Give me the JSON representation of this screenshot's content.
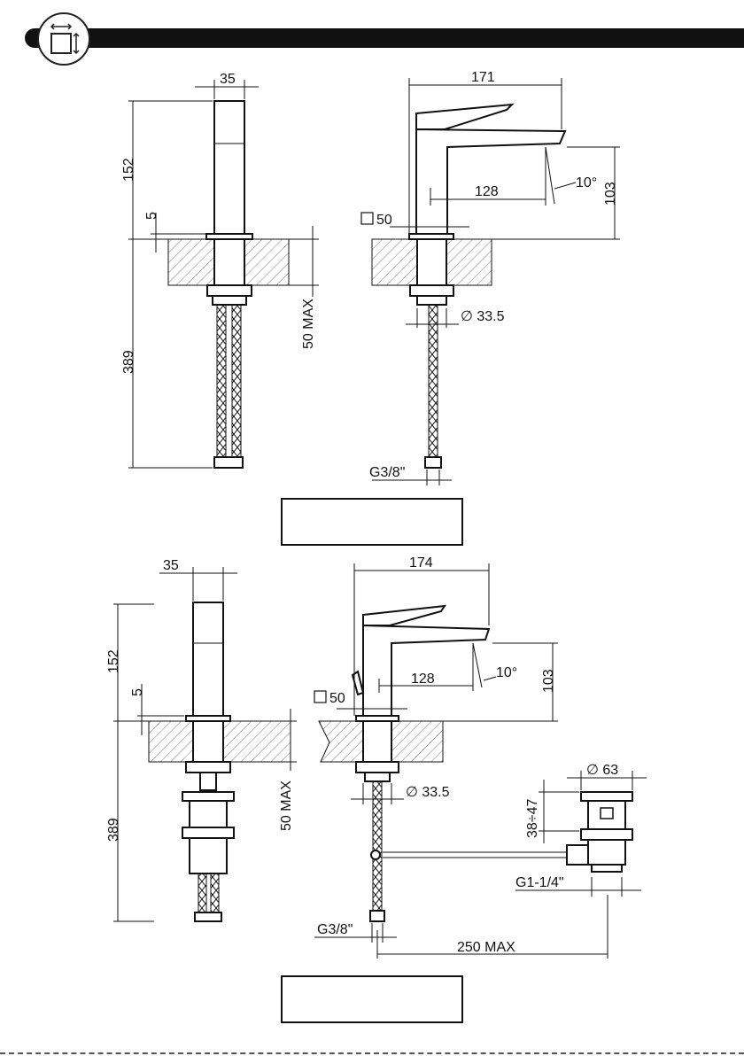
{
  "header": {
    "icon": "resize-icon"
  },
  "top_drawing": {
    "front": {
      "width": "35",
      "height": "152",
      "base": "5",
      "below": "389",
      "deck": "50 MAX"
    },
    "side": {
      "reach": "171",
      "spout": "128",
      "angle": "10°",
      "height": "103",
      "square": "50",
      "diameter": "∅ 33.5",
      "thread": "G3/8\""
    }
  },
  "bottom_drawing": {
    "front": {
      "width": "35",
      "height": "152",
      "base": "5",
      "below": "389",
      "deck": "50 MAX"
    },
    "side": {
      "reach": "174",
      "spout": "128",
      "angle": "10°",
      "height": "103",
      "square": "50",
      "diameter": "∅ 33.5",
      "thread": "G3/8\""
    },
    "waste": {
      "diameter": "∅ 63",
      "range": "38÷47",
      "thread": "G1-1/4\"",
      "distance": "250 MAX"
    }
  },
  "colors": {
    "line": "#111111",
    "background": "#ffffff"
  }
}
